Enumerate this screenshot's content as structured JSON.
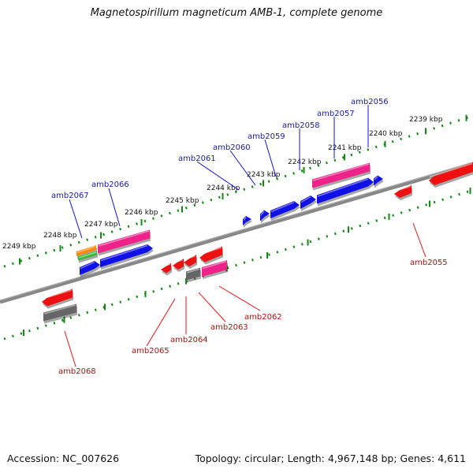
{
  "title": "Magnetospirillum magneticum AMB-1, complete genome",
  "accession": "Accession: NC_007626",
  "topology": "Topology: circular; Length: 4,967,148 bp; Genes: 4,611",
  "colors": {
    "forward": "#1010e8",
    "reverse": "#ee1111",
    "pink": "#ee2288",
    "gray": "#666666",
    "orange": "#ff8800",
    "green": "#33bb33",
    "axis": "#888888",
    "ticks": "#118811"
  },
  "scale_labels": [
    "2249 kbp",
    "2248 kbp",
    "2247 kbp",
    "2246 kbp",
    "2245 kbp",
    "2244 kbp",
    "2243 kbp",
    "2242 kbp",
    "2241 kbp",
    "2240 kbp",
    "2239 kbp"
  ],
  "genes_top": [
    "amb2067",
    "amb2066",
    "amb2061",
    "amb2060",
    "amb2059",
    "amb2058",
    "amb2057",
    "amb2056"
  ],
  "genes_bottom": [
    "amb2068",
    "amb2065",
    "amb2064",
    "amb2063",
    "amb2062",
    "amb2055"
  ]
}
